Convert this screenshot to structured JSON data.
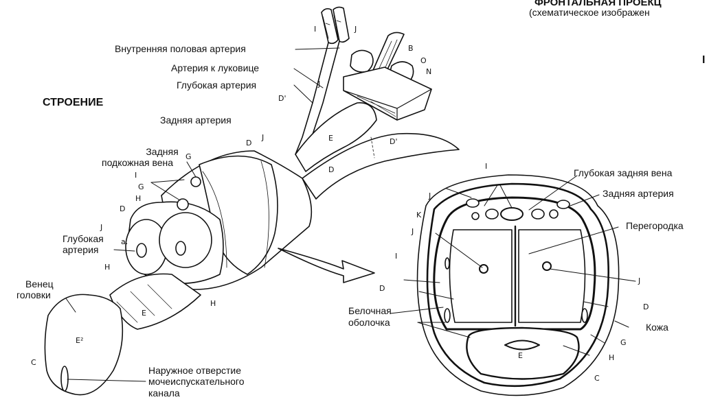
{
  "header": {
    "title": "ФРОНТАЛЬНАЯ ПРОЕКЦ",
    "subtitle": "(схематическое изображен"
  },
  "section_title": "СТРОЕНИЕ",
  "labels": {
    "internal_pudendal_artery": "Внутренняя половая артерия",
    "bulb_artery": "Артерия к луковице",
    "deep_artery_top": "Глубокая артерия",
    "dorsal_artery_left": "Задняя артерия",
    "dorsal_subcutaneous_vein_1": "Задняя",
    "dorsal_subcutaneous_vein_2": "подкожная вена",
    "deep_artery_left_1": "Глубокая",
    "deep_artery_left_2": "артерия",
    "corona_1": "Венец",
    "corona_2": "головки",
    "meatus_1": "Наружное отверстие",
    "meatus_2": "мочеиспускательного",
    "meatus_3": "канала",
    "deep_dorsal_vein": "Глубокая задняя вена",
    "dorsal_artery_right": "Задняя артерия",
    "septum": "Перегородка",
    "tunica_1": "Белочная",
    "tunica_2": "оболочка",
    "skin": "Кожа",
    "truncated_right": "I"
  },
  "letters": {
    "I": "I",
    "J": "J",
    "B": "B",
    "O": "O",
    "N": "N",
    "D": "D",
    "Dp": "D'",
    "G": "G",
    "H": "H",
    "E": "E",
    "E2": "E²",
    "C": "C",
    "K": "K",
    "a": "a."
  }
}
